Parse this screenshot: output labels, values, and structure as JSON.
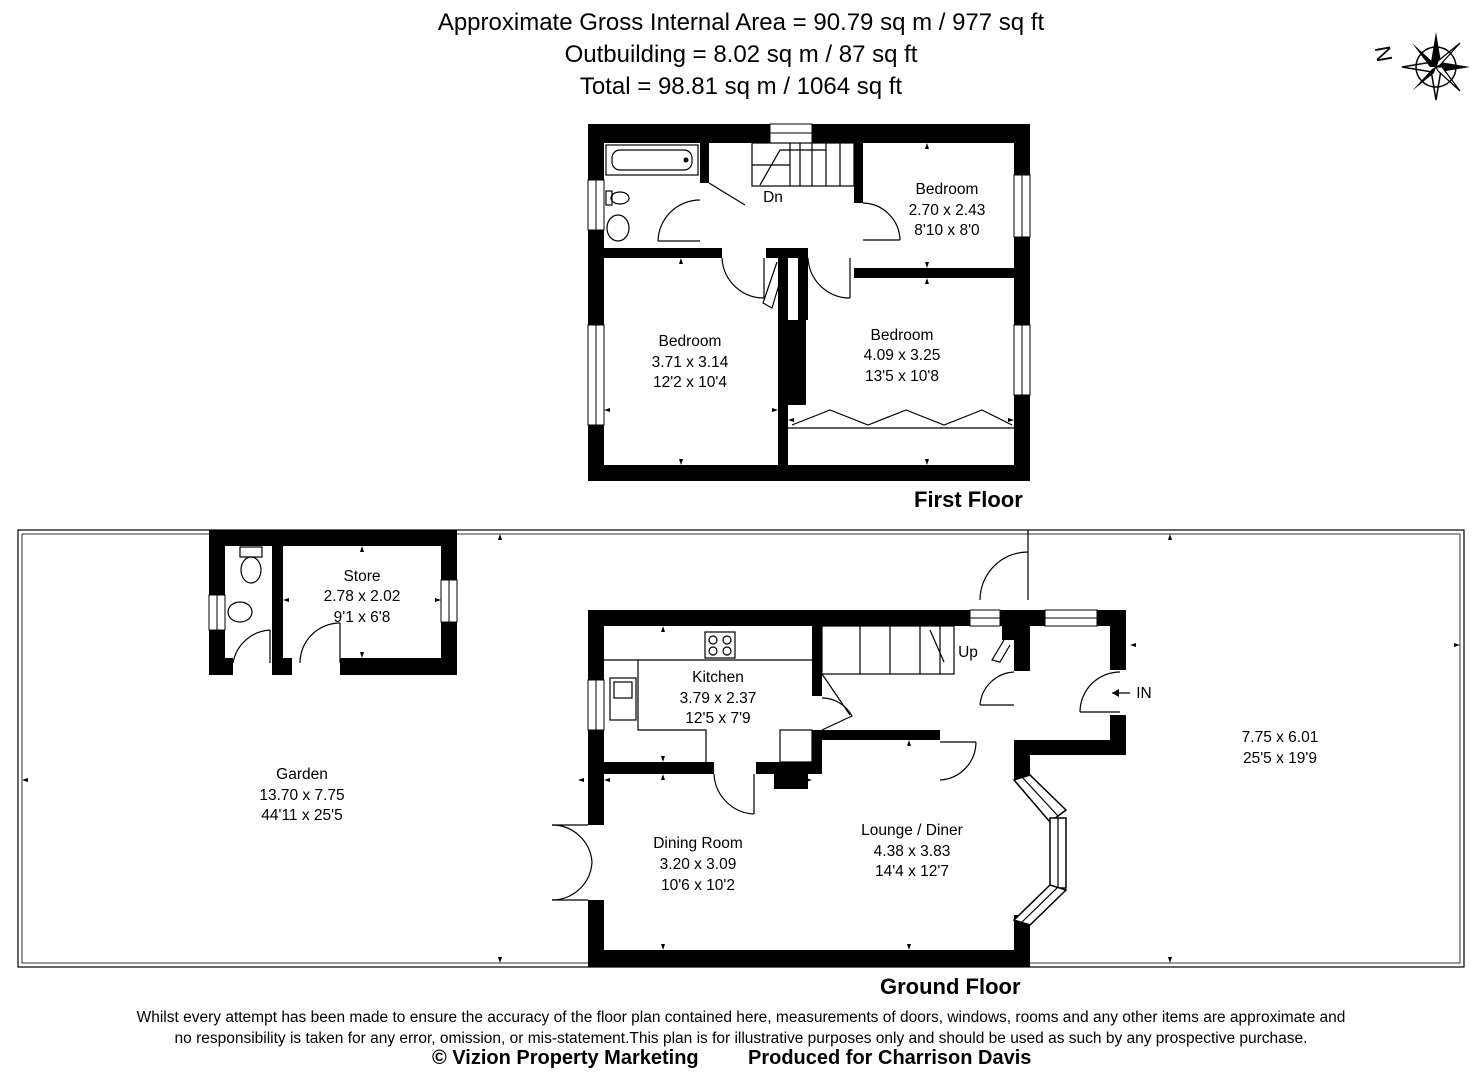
{
  "header": {
    "gross_internal": "Approximate Gross Internal Area = 90.79 sq m / 977 sq ft",
    "outbuilding": "Outbuilding = 8.02 sq m / 87 sq ft",
    "total": "Total = 98.81 sq m / 1064 sq ft"
  },
  "compass": {
    "label": "N"
  },
  "first_floor": {
    "label": "First Floor",
    "stairs_label": "Dn",
    "rooms": [
      {
        "name": "Bedroom",
        "metric": "2.70 x 2.43",
        "imperial": "8'10 x 8'0"
      },
      {
        "name": "Bedroom",
        "metric": "3.71 x 3.14",
        "imperial": "12'2 x 10'4"
      },
      {
        "name": "Bedroom",
        "metric": "4.09 x 3.25",
        "imperial": "13'5 x 10'8"
      }
    ]
  },
  "ground_floor": {
    "label": "Ground Floor",
    "stairs_label": "Up",
    "entrance_label": "IN",
    "rooms": [
      {
        "name": "Kitchen",
        "metric": "3.79 x 2.37",
        "imperial": "12'5 x 7'9"
      },
      {
        "name": "Dining Room",
        "metric": "3.20 x 3.09",
        "imperial": "10'6 x 10'2"
      },
      {
        "name": "Lounge / Diner",
        "metric": "4.38 x 3.83",
        "imperial": "14'4 x 12'7"
      },
      {
        "name": "Store",
        "metric": "2.78 x 2.02",
        "imperial": "9'1 x 6'8"
      },
      {
        "name": "Garden",
        "metric": "13.70 x 7.75",
        "imperial": "44'11 x 25'5"
      }
    ],
    "front_area": {
      "metric": "7.75 x 6.01",
      "imperial": "25'5 x 19'9"
    }
  },
  "disclaimer": {
    "line1": "Whilst every attempt has been made to ensure the accuracy of the floor plan contained here, measurements of doors, windows, rooms and any other items are approximate and",
    "line2": "no responsibility is taken for any error, omission, or mis-statement.This plan is for illustrative purposes only and should be used as such by any prospective purchase."
  },
  "credits": {
    "copyright": "© Vizion Property Marketing",
    "produced_for": "Produced for Charrison Davis"
  }
}
